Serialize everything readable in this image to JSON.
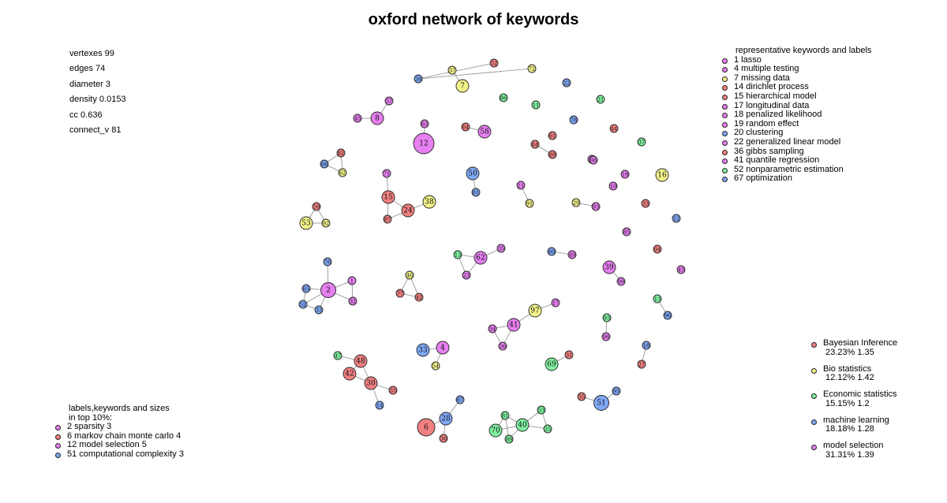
{
  "title": "oxford network of keywords",
  "stats": [
    "vertexes 99",
    "edges 74",
    "diameter 3",
    "density 0.0153",
    "cc 0.636",
    "connect_v 81"
  ],
  "colors": {
    "Bayesian": "#f08080",
    "Bio": "#f2f28a",
    "Economic": "#80f0a0",
    "ML": "#7fa8f5",
    "ModelSel": "#e67ff0"
  },
  "representative_legend": {
    "header": "representative keywords and labels",
    "items": [
      {
        "label": "1 lasso",
        "group": "ModelSel"
      },
      {
        "label": "4 multiple testing",
        "group": "ModelSel"
      },
      {
        "label": "7 missing data",
        "group": "Bio"
      },
      {
        "label": "14 dirichlet process",
        "group": "Bayesian"
      },
      {
        "label": "15 hierarchical model",
        "group": "Bayesian"
      },
      {
        "label": "17 longitudinal data",
        "group": "ModelSel"
      },
      {
        "label": "18 penalized likelihood",
        "group": "ModelSel"
      },
      {
        "label": "19 random effect",
        "group": "ModelSel"
      },
      {
        "label": "20 clustering",
        "group": "ML"
      },
      {
        "label": "22 generalized linear model",
        "group": "ModelSel"
      },
      {
        "label": "36 gibbs sampling",
        "group": "Bayesian"
      },
      {
        "label": "41 quantile regression",
        "group": "ModelSel"
      },
      {
        "label": "52 nonparametric estimation",
        "group": "Economic"
      },
      {
        "label": "67 optimization",
        "group": "ML"
      }
    ]
  },
  "top_legend": {
    "header": [
      "labels,keywords and sizes",
      "in top 10%:"
    ],
    "items": [
      {
        "label": "2 sparsity 3",
        "group": "ModelSel"
      },
      {
        "label": "6 markov chain monte carlo 4",
        "group": "Bayesian"
      },
      {
        "label": "12 model selection 5",
        "group": "ModelSel"
      },
      {
        "label": "51 computational complexity 3",
        "group": "ML"
      }
    ]
  },
  "group_legend": [
    {
      "name": "Bayesian Inference",
      "value": "23.23% 1.35",
      "group": "Bayesian"
    },
    {
      "name": "Bio statistics",
      "value": "12.12% 1.42",
      "group": "Bio"
    },
    {
      "name": "Economic statistics",
      "value": "15.15% 1.2",
      "group": "Economic"
    },
    {
      "name": "machine learning",
      "value": "18.18% 1.28",
      "group": "ML"
    },
    {
      "name": "model selection",
      "value": "31.31% 1.39",
      "group": "ModelSel"
    }
  ],
  "nodes": [
    {
      "id": "a1",
      "label": "12",
      "group": "ModelSel",
      "size": 5
    },
    {
      "id": "a2",
      "label": "63",
      "group": "ModelSel",
      "size": 1
    },
    {
      "id": "b1",
      "label": "15",
      "group": "Bayesian",
      "size": 2
    },
    {
      "id": "b2",
      "label": "24",
      "group": "Bayesian",
      "size": 2
    },
    {
      "id": "b3",
      "label": "38",
      "group": "Bio",
      "size": 2
    },
    {
      "id": "b4",
      "label": "71",
      "group": "ModelSel",
      "size": 1
    },
    {
      "id": "b5",
      "label": "87",
      "group": "Bayesian",
      "size": 1
    },
    {
      "id": "c1",
      "label": "8",
      "group": "ModelSel",
      "size": 2
    },
    {
      "id": "c2",
      "label": "45",
      "group": "ModelSel",
      "size": 1
    },
    {
      "id": "c3",
      "label": "57",
      "group": "ModelSel",
      "size": 1
    },
    {
      "id": "d1",
      "label": "7",
      "group": "Bio",
      "size": 2
    },
    {
      "id": "d2",
      "label": "37",
      "group": "Bio",
      "size": 1
    },
    {
      "id": "e1",
      "label": "58",
      "group": "ModelSel",
      "size": 2
    },
    {
      "id": "e2",
      "label": "64",
      "group": "Bayesian",
      "size": 1
    },
    {
      "id": "f1",
      "label": "50",
      "group": "ML",
      "size": 2
    },
    {
      "id": "f2",
      "label": "81",
      "group": "ML",
      "size": 1
    },
    {
      "id": "g1",
      "label": "82",
      "group": "Bayesian",
      "size": 1
    },
    {
      "id": "g2",
      "label": "88",
      "group": "ML",
      "size": 1
    },
    {
      "id": "g3",
      "label": "62",
      "group": "Bio",
      "size": 1
    },
    {
      "id": "h1",
      "label": "53",
      "group": "Bio",
      "size": 2
    },
    {
      "id": "h2",
      "label": "59",
      "group": "Bayesian",
      "size": 1
    },
    {
      "id": "h3",
      "label": "92",
      "group": "Bio",
      "size": 1
    },
    {
      "id": "i1",
      "label": "2",
      "group": "ModelSel",
      "size": 3
    },
    {
      "id": "i2",
      "label": "65",
      "group": "ML",
      "size": 1
    },
    {
      "id": "i3",
      "label": "1",
      "group": "ModelSel",
      "size": 1
    },
    {
      "id": "i4",
      "label": "76",
      "group": "ML",
      "size": 1
    },
    {
      "id": "i5",
      "label": "52",
      "group": "ML",
      "size": 1
    },
    {
      "id": "i6",
      "label": "33",
      "group": "ML",
      "size": 1
    },
    {
      "id": "i7",
      "label": "32",
      "group": "ModelSel",
      "size": 1
    },
    {
      "id": "j1",
      "label": "62",
      "group": "ModelSel",
      "size": 2
    },
    {
      "id": "j2",
      "label": "13",
      "group": "Economic",
      "size": 1
    },
    {
      "id": "j3",
      "label": "35",
      "group": "ModelSel",
      "size": 1
    },
    {
      "id": "j4",
      "label": "23",
      "group": "ModelSel",
      "size": 1
    },
    {
      "id": "k1",
      "label": "46",
      "group": "Bio",
      "size": 1
    },
    {
      "id": "k2",
      "label": "77",
      "group": "Bayesian",
      "size": 1
    },
    {
      "id": "k3",
      "label": "42",
      "group": "Bayesian",
      "size": 1
    },
    {
      "id": "l1",
      "label": "41",
      "group": "ModelSel",
      "size": 2
    },
    {
      "id": "l2",
      "label": "97",
      "group": "Bio",
      "size": 2
    },
    {
      "id": "l3",
      "label": "17",
      "group": "ModelSel",
      "size": 1
    },
    {
      "id": "l4",
      "label": "34",
      "group": "ModelSel",
      "size": 1
    },
    {
      "id": "l5",
      "label": "56",
      "group": "ModelSel",
      "size": 1
    },
    {
      "id": "m1",
      "label": "33",
      "group": "ML",
      "size": 2
    },
    {
      "id": "m2",
      "label": "4",
      "group": "ModelSel",
      "size": 2
    },
    {
      "id": "m3",
      "label": "54",
      "group": "Bio",
      "size": 1
    },
    {
      "id": "n1",
      "label": "48",
      "group": "Bayesian",
      "size": 2
    },
    {
      "id": "n2",
      "label": "42",
      "group": "Bayesian",
      "size": 2
    },
    {
      "id": "n3",
      "label": "30",
      "group": "Bayesian",
      "size": 2
    },
    {
      "id": "n4",
      "label": "47",
      "group": "Economic",
      "size": 1
    },
    {
      "id": "n5",
      "label": "55",
      "group": "Bayesian",
      "size": 1
    },
    {
      "id": "n6",
      "label": "14",
      "group": "ML",
      "size": 1
    },
    {
      "id": "o1",
      "label": "6",
      "group": "Bayesian",
      "size": 4
    },
    {
      "id": "o2",
      "label": "28",
      "group": "ML",
      "size": 2
    },
    {
      "id": "o3",
      "label": "67",
      "group": "ML",
      "size": 1
    },
    {
      "id": "o4",
      "label": "36",
      "group": "Bayesian",
      "size": 1
    },
    {
      "id": "p1",
      "label": "70",
      "group": "Economic",
      "size": 2
    },
    {
      "id": "p2",
      "label": "40",
      "group": "Economic",
      "size": 2
    },
    {
      "id": "p3",
      "label": "81",
      "group": "Economic",
      "size": 1
    },
    {
      "id": "p4",
      "label": "53",
      "group": "Economic",
      "size": 1
    },
    {
      "id": "p5",
      "label": "25",
      "group": "Economic",
      "size": 1
    },
    {
      "id": "p6",
      "label": "89",
      "group": "Economic",
      "size": 1
    },
    {
      "id": "q1",
      "label": "51",
      "group": "ML",
      "size": 3
    },
    {
      "id": "q2",
      "label": "35",
      "group": "Bayesian",
      "size": 1
    },
    {
      "id": "q3",
      "label": "95",
      "group": "ML",
      "size": 1
    },
    {
      "id": "r1",
      "label": "69",
      "group": "Economic",
      "size": 2
    },
    {
      "id": "r2",
      "label": "31",
      "group": "Bayesian",
      "size": 1
    },
    {
      "id": "s1",
      "label": "39",
      "group": "ModelSel",
      "size": 2
    },
    {
      "id": "s2",
      "label": "99",
      "group": "ModelSel",
      "size": 1
    },
    {
      "id": "t1",
      "label": "60",
      "group": "ML",
      "size": 1
    },
    {
      "id": "t2",
      "label": "49",
      "group": "ModelSel",
      "size": 1
    },
    {
      "id": "u1",
      "label": "29",
      "group": "Bio",
      "size": 1
    },
    {
      "id": "u2",
      "label": "93",
      "group": "ModelSel",
      "size": 1
    },
    {
      "id": "v1",
      "label": "11",
      "group": "ModelSel",
      "size": 1
    },
    {
      "id": "v2",
      "label": "91",
      "group": "Bio",
      "size": 1
    },
    {
      "id": "w1",
      "label": "84",
      "group": "Bayesian",
      "size": 1
    },
    {
      "id": "w2",
      "label": "89",
      "group": "Bayesian",
      "size": 1
    },
    {
      "id": "x1",
      "label": "13",
      "group": "Economic",
      "size": 1
    },
    {
      "id": "x2",
      "label": "96",
      "group": "ML",
      "size": 1
    },
    {
      "id": "y1",
      "label": "93",
      "group": "Economic",
      "size": 1
    },
    {
      "id": "y2",
      "label": "96",
      "group": "ModelSel",
      "size": 1
    },
    {
      "id": "z1",
      "label": "18",
      "group": "ML",
      "size": 1
    },
    {
      "id": "z2",
      "label": "27",
      "group": "Bayesian",
      "size": 1
    },
    {
      "id": "zz1",
      "label": "38",
      "group": "ML",
      "size": 1
    },
    {
      "id": "zz2",
      "label": "52",
      "group": "Bayesian",
      "size": 1
    },
    {
      "id": "zz3",
      "label": "72",
      "group": "Bio",
      "size": 1
    },
    {
      "id": "s01",
      "label": "86",
      "group": "Economic",
      "size": 1
    },
    {
      "id": "s02",
      "label": "20",
      "group": "ModelSel",
      "size": 1
    },
    {
      "id": "s03",
      "label": "19",
      "group": "ModelSel",
      "size": 1
    },
    {
      "id": "s04",
      "label": "22",
      "group": "ML",
      "size": 1
    },
    {
      "id": "s05",
      "label": "11",
      "group": "Economic",
      "size": 1
    },
    {
      "id": "s06",
      "label": "21",
      "group": "Economic",
      "size": 1
    },
    {
      "id": "s07",
      "label": "37",
      "group": "Economic",
      "size": 1
    },
    {
      "id": "s08",
      "label": "78",
      "group": "ML",
      "size": 1
    },
    {
      "id": "s09",
      "label": "44",
      "group": "Bayesian",
      "size": 1
    },
    {
      "id": "s10",
      "label": "33",
      "group": "Bayesian",
      "size": 1
    },
    {
      "id": "s11",
      "label": "85",
      "group": "ModelSel",
      "size": 1
    },
    {
      "id": "s12",
      "label": "43",
      "group": "ModelSel",
      "size": 1
    },
    {
      "id": "s13",
      "label": "16",
      "group": "Bio",
      "size": 2
    },
    {
      "id": "s14",
      "label": "94",
      "group": "Bayesian",
      "size": 1
    },
    {
      "id": "s15",
      "label": "12",
      "group": "ML",
      "size": 1
    },
    {
      "id": "s16",
      "label": "98",
      "group": "ModelSel",
      "size": 1
    },
    {
      "id": "s17",
      "label": "61",
      "group": "Bayesian",
      "size": 1
    },
    {
      "id": "s18",
      "label": "10",
      "group": "ModelSel",
      "size": 1
    }
  ],
  "edges": [
    [
      "a1",
      "a2"
    ],
    [
      "b1",
      "b2"
    ],
    [
      "b2",
      "b3"
    ],
    [
      "b1",
      "b4"
    ],
    [
      "b2",
      "b5"
    ],
    [
      "b1",
      "b5"
    ],
    [
      "c1",
      "c2"
    ],
    [
      "c1",
      "c3"
    ],
    [
      "d1",
      "d2"
    ],
    [
      "e1",
      "e2"
    ],
    [
      "f1",
      "f2"
    ],
    [
      "g1",
      "g2"
    ],
    [
      "g2",
      "g3"
    ],
    [
      "g1",
      "g3"
    ],
    [
      "h1",
      "h2"
    ],
    [
      "h1",
      "h3"
    ],
    [
      "h2",
      "h3"
    ],
    [
      "i1",
      "i2"
    ],
    [
      "i1",
      "i3"
    ],
    [
      "i1",
      "i4"
    ],
    [
      "i1",
      "i5"
    ],
    [
      "i1",
      "i6"
    ],
    [
      "i1",
      "i7"
    ],
    [
      "i2",
      "i5"
    ],
    [
      "i3",
      "i7"
    ],
    [
      "i5",
      "i6"
    ],
    [
      "j1",
      "j2"
    ],
    [
      "j1",
      "j3"
    ],
    [
      "j1",
      "j4"
    ],
    [
      "j2",
      "j4"
    ],
    [
      "k1",
      "k2"
    ],
    [
      "k1",
      "k3"
    ],
    [
      "k2",
      "k3"
    ],
    [
      "l1",
      "l2"
    ],
    [
      "l2",
      "l3"
    ],
    [
      "l1",
      "l4"
    ],
    [
      "l1",
      "l5"
    ],
    [
      "l4",
      "l5"
    ],
    [
      "m1",
      "m2"
    ],
    [
      "m2",
      "m3"
    ],
    [
      "n1",
      "n2"
    ],
    [
      "n1",
      "n4"
    ],
    [
      "n2",
      "n3"
    ],
    [
      "n1",
      "n3"
    ],
    [
      "n3",
      "n5"
    ],
    [
      "n3",
      "n6"
    ],
    [
      "o1",
      "o2"
    ],
    [
      "o2",
      "o3"
    ],
    [
      "o2",
      "o4"
    ],
    [
      "p1",
      "p2"
    ],
    [
      "p1",
      "p3"
    ],
    [
      "p2",
      "p3"
    ],
    [
      "p2",
      "p4"
    ],
    [
      "p2",
      "p5"
    ],
    [
      "p2",
      "p6"
    ],
    [
      "p3",
      "p6"
    ],
    [
      "p4",
      "p5"
    ],
    [
      "q1",
      "q2"
    ],
    [
      "q1",
      "q3"
    ],
    [
      "r1",
      "r2"
    ],
    [
      "s1",
      "s2"
    ],
    [
      "t1",
      "t2"
    ],
    [
      "u1",
      "u2"
    ],
    [
      "v1",
      "v2"
    ],
    [
      "w1",
      "w2"
    ],
    [
      "x1",
      "x2"
    ],
    [
      "y1",
      "y2"
    ],
    [
      "z1",
      "z2"
    ],
    [
      "zz1",
      "zz2"
    ],
    [
      "zz1",
      "zz3"
    ]
  ]
}
